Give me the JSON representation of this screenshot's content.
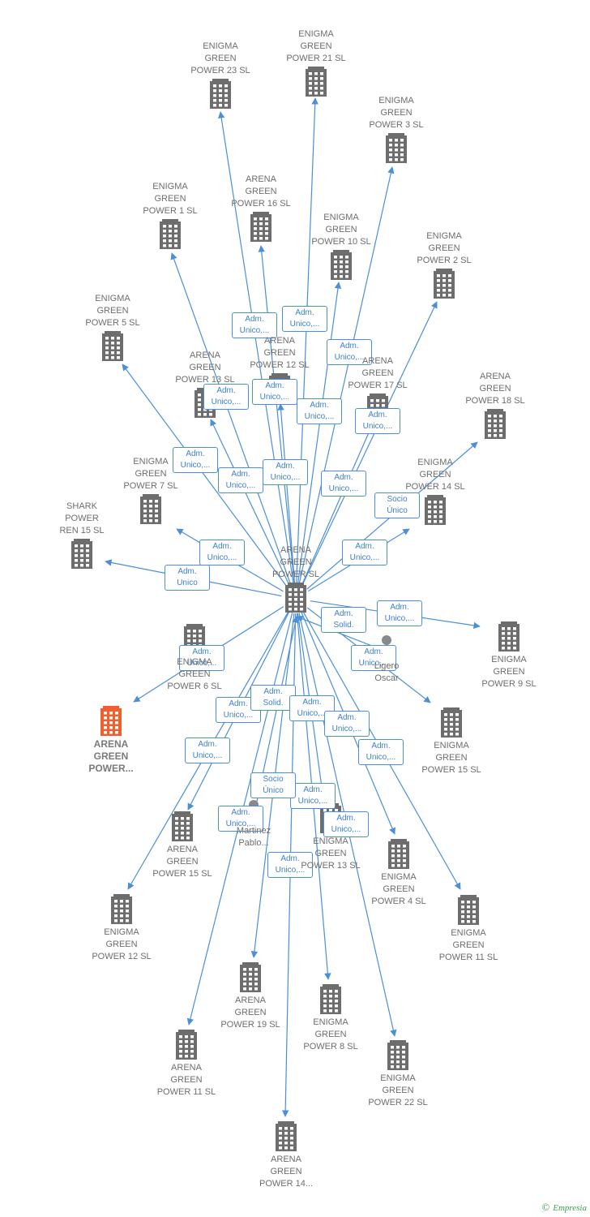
{
  "colors": {
    "edge": "#4a8fd8",
    "building": "#6d6d6d",
    "highlight": "#f0602e",
    "person": "#8a8a8a"
  },
  "nodes": [
    {
      "id": "center",
      "label": "ARENA\nGREEN\nPOWER  SL",
      "kind": "building"
    },
    {
      "id": "eg23",
      "label": "ENIGMA\nGREEN\nPOWER 23  SL",
      "kind": "building"
    },
    {
      "id": "eg21",
      "label": "ENIGMA\nGREEN\nPOWER 21  SL",
      "kind": "building"
    },
    {
      "id": "eg3",
      "label": "ENIGMA\nGREEN\nPOWER 3  SL",
      "kind": "building"
    },
    {
      "id": "eg1",
      "label": "ENIGMA\nGREEN\nPOWER 1  SL",
      "kind": "building"
    },
    {
      "id": "ag16",
      "label": "ARENA\nGREEN\nPOWER 16  SL",
      "kind": "building"
    },
    {
      "id": "eg10",
      "label": "ENIGMA\nGREEN\nPOWER 10  SL",
      "kind": "building"
    },
    {
      "id": "eg2",
      "label": "ENIGMA\nGREEN\nPOWER 2  SL",
      "kind": "building"
    },
    {
      "id": "eg5",
      "label": "ENIGMA\nGREEN\nPOWER 5  SL",
      "kind": "building"
    },
    {
      "id": "ag12",
      "label": "ARENA\nGREEN\nPOWER 12  SL",
      "kind": "building"
    },
    {
      "id": "ag13",
      "label": "ARENA\nGREEN\nPOWER 13  SL",
      "kind": "building"
    },
    {
      "id": "ag17",
      "label": "ARENA\nGREEN\nPOWER 17  SL",
      "kind": "building"
    },
    {
      "id": "ag18",
      "label": "ARENA\nGREEN\nPOWER 18  SL",
      "kind": "building"
    },
    {
      "id": "eg7",
      "label": "ENIGMA\nGREEN\nPOWER 7  SL",
      "kind": "building"
    },
    {
      "id": "eg14",
      "label": "ENIGMA\nGREEN\nPOWER 14  SL",
      "kind": "building"
    },
    {
      "id": "shark15",
      "label": "SHARK\nPOWER\nREN 15  SL",
      "kind": "building"
    },
    {
      "id": "eg9",
      "label": "ENIGMA\nGREEN\nPOWER 9  SL",
      "kind": "building"
    },
    {
      "id": "ligero",
      "label": "Ligero\nOscar",
      "kind": "person"
    },
    {
      "id": "eg6",
      "label": "ENIGMA\nGREEN\nPOWER 6  SL",
      "kind": "building"
    },
    {
      "id": "agpower",
      "label": "ARENA\nGREEN\nPOWER...",
      "kind": "highlight"
    },
    {
      "id": "ag15",
      "label": "ARENA\nGREEN\nPOWER 15  SL",
      "kind": "building"
    },
    {
      "id": "eg15",
      "label": "ENIGMA\nGREEN\nPOWER 15  SL",
      "kind": "building"
    },
    {
      "id": "martinez",
      "label": "Martinez\nPablo...",
      "kind": "person"
    },
    {
      "id": "eg13",
      "label": "ENIGMA\nGREEN\nPOWER 13  SL",
      "kind": "building"
    },
    {
      "id": "eg4",
      "label": "ENIGMA\nGREEN\nPOWER 4  SL",
      "kind": "building"
    },
    {
      "id": "eg12",
      "label": "ENIGMA\nGREEN\nPOWER 12  SL",
      "kind": "building"
    },
    {
      "id": "eg11",
      "label": "ENIGMA\nGREEN\nPOWER 11  SL",
      "kind": "building"
    },
    {
      "id": "ag19",
      "label": "ARENA\nGREEN\nPOWER 19  SL",
      "kind": "building"
    },
    {
      "id": "eg8",
      "label": "ENIGMA\nGREEN\nPOWER 8  SL",
      "kind": "building"
    },
    {
      "id": "ag11",
      "label": "ARENA\nGREEN\nPOWER 11  SL",
      "kind": "building"
    },
    {
      "id": "eg22",
      "label": "ENIGMA\nGREEN\nPOWER 22  SL",
      "kind": "building"
    },
    {
      "id": "ag14",
      "label": "ARENA\nGREEN\nPOWER 14...",
      "kind": "building"
    }
  ],
  "edges": [
    {
      "from": "center",
      "to": "eg23",
      "label": "Adm.\nUnico,..."
    },
    {
      "from": "center",
      "to": "eg21",
      "label": "Adm.\nUnico,..."
    },
    {
      "from": "center",
      "to": "eg3",
      "label": "Adm.\nUnico,..."
    },
    {
      "from": "center",
      "to": "eg1",
      "label": "Adm.\nUnico,..."
    },
    {
      "from": "center",
      "to": "ag16",
      "label": "Adm.\nUnico,..."
    },
    {
      "from": "center",
      "to": "eg10",
      "label": "Adm.\nUnico,..."
    },
    {
      "from": "center",
      "to": "eg2",
      "label": "Adm.\nUnico,..."
    },
    {
      "from": "center",
      "to": "eg5",
      "label": "Adm.\nUnico,..."
    },
    {
      "from": "center",
      "to": "ag12",
      "label": "Adm.\nUnico,..."
    },
    {
      "from": "center",
      "to": "ag13",
      "label": "Adm.\nUnico,..."
    },
    {
      "from": "center",
      "to": "ag17",
      "label": "Adm.\nUnico,..."
    },
    {
      "from": "center",
      "to": "ag18",
      "label": "Socio\nÚnico"
    },
    {
      "from": "center",
      "to": "eg7",
      "label": "Adm.\nUnico,..."
    },
    {
      "from": "center",
      "to": "eg14",
      "label": "Adm.\nUnico,..."
    },
    {
      "from": "center",
      "to": "shark15",
      "label": "Adm.\nUnico"
    },
    {
      "from": "center",
      "to": "eg9",
      "label": "Adm.\nUnico,..."
    },
    {
      "from": "ligero",
      "to": "center",
      "label": "Adm.\nSolid."
    },
    {
      "from": "center",
      "to": "eg6",
      "label": "Adm.\nUnico,..."
    },
    {
      "from": "center",
      "to": "eg15",
      "label": "Adm.\nUnico,..."
    },
    {
      "from": "center",
      "to": "ag15",
      "label": "Adm.\nUnico,..."
    },
    {
      "from": "center",
      "to": "eg12",
      "label": "Adm.\nUnico,..."
    },
    {
      "from": "martinez",
      "to": "center",
      "label": "Adm.\nSolid."
    },
    {
      "from": "center",
      "to": "eg4",
      "label": "Adm.\nUnico,..."
    },
    {
      "from": "center",
      "to": "eg11",
      "label": "Adm.\nUnico,..."
    },
    {
      "from": "center",
      "to": "ag19",
      "label": "Adm.\nUnico,..."
    },
    {
      "from": "center",
      "to": "eg13",
      "label": "Adm.\nUnico,..."
    },
    {
      "from": "center",
      "to": "eg8",
      "label": "Adm.\nUnico,..."
    },
    {
      "from": "center",
      "to": "ag11",
      "label": "Socio\nÚnico"
    },
    {
      "from": "center",
      "to": "eg22",
      "label": "Adm.\nUnico,..."
    },
    {
      "from": "center",
      "to": "ag14",
      "label": "Adm.\nUnico,..."
    }
  ],
  "brand": {
    "copyright": "©",
    "name": "Empresia"
  }
}
